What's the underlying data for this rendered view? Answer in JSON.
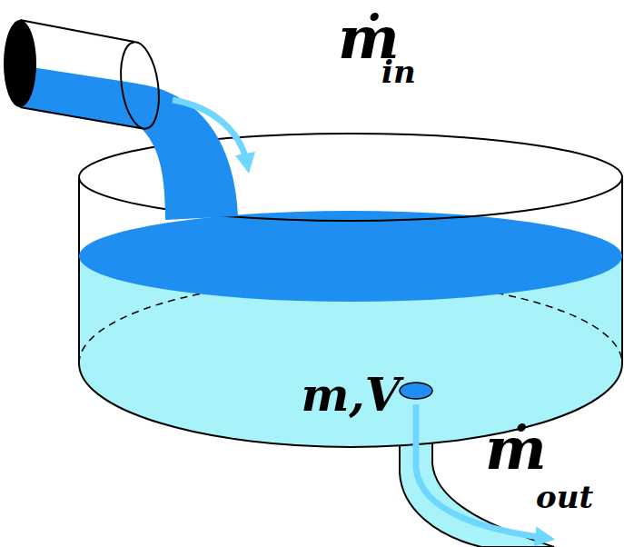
{
  "diagram": {
    "nodes": [
      {
        "text": [
          "m,V"
        ]
      }
    ],
    "labels": [
      "ṁ",
      "in",
      "ṁ",
      "out"
    ]
  }
}
